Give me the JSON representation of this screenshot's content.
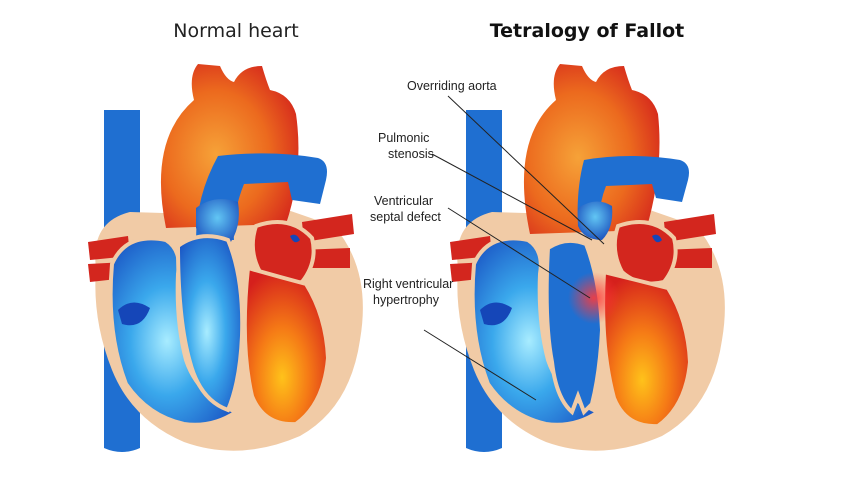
{
  "titles": {
    "normal": "Normal heart",
    "tof": "Tetralogy of Fallot"
  },
  "labels": {
    "overriding_aorta": "Overriding aorta",
    "pulmonic_stenosis_1": "Pulmonic",
    "pulmonic_stenosis_2": "stenosis",
    "vsd_1": "Ventricular",
    "vsd_2": "septal defect",
    "rvh_1": "Right ventricular",
    "rvh_2": "hypertrophy"
  },
  "colors": {
    "oxygenated_red": "#e0281e",
    "aorta_orange": "#f0781e",
    "deoxygenated_blue": "#1f6fd1",
    "light_blue": "#5ec8f2",
    "heart_wall": "#f1cba6",
    "leader_line": "#222222"
  }
}
